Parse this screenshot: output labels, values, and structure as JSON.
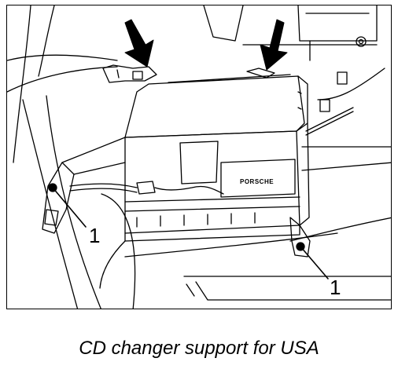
{
  "callouts": {
    "bolt_left": "1",
    "bolt_right": "1"
  },
  "unit_brand": "PORSCHE",
  "caption": "CD changer support for USA"
}
